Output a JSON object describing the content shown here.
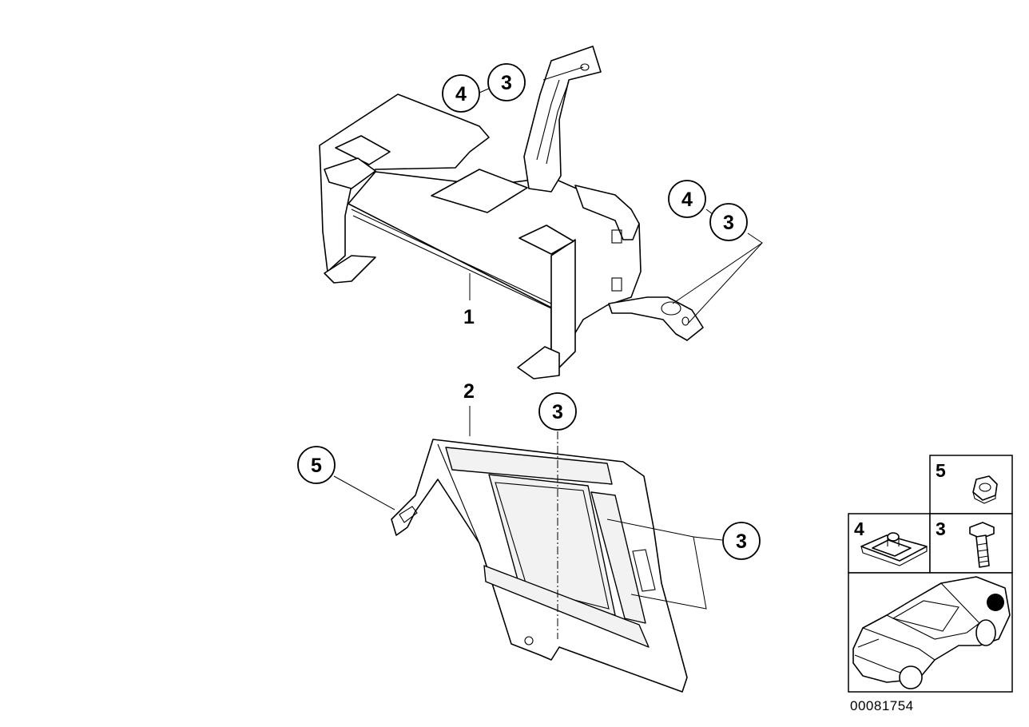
{
  "part_labels": {
    "bracket": "1",
    "cover_plate": "2"
  },
  "callouts": {
    "top_clip": "4",
    "top_screw": "3",
    "right_clip": "4",
    "right_screw": "3",
    "cover_screw_top": "3",
    "cover_screw_right": "3",
    "cover_nut": "5"
  },
  "legend": {
    "nut_number": "5",
    "clip_number": "4",
    "screw_number": "3"
  },
  "drawing_id": "00081754"
}
